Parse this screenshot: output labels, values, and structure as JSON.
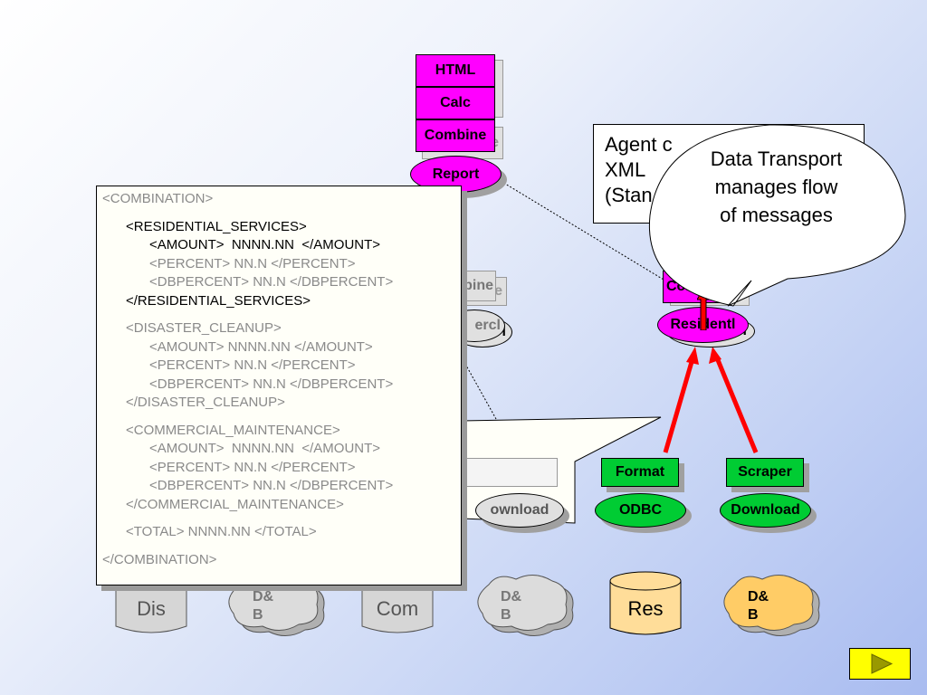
{
  "top_stack": {
    "html": "HTML",
    "calc": "Calc",
    "combine": "Combine",
    "combine_ghost": "e",
    "report": "Report"
  },
  "note": {
    "line1": "Agent c",
    "line2": "XML",
    "line3": "(Stan"
  },
  "callout": {
    "line1": "Data Transport",
    "line2": "manages flow",
    "line3": "of messages"
  },
  "xml_lines": {
    "l1": "<COMBINATION>",
    "l2": "<RESIDENTIAL_SERVICES>",
    "l3": "<AMOUNT>  NNNN.NN  </AMOUNT>",
    "l4": "<PERCENT> NN.N </PERCENT>",
    "l5": "<DBPERCENT> NN.N </DBPERCENT>",
    "l6": "</RESIDENTIAL_SERVICES>",
    "l7": "<DISASTER_CLEANUP>",
    "l8": "<AMOUNT> NNNN.NN </AMOUNT>",
    "l9": "<PERCENT> NN.N </PERCENT>",
    "l10": "<DBPERCENT> NN.N </DBPERCENT>",
    "l11": "</DISASTER_CLEANUP>",
    "l12": "<COMMERCIAL_MAINTENANCE>",
    "l13": "<AMOUNT>  NNNN.NN  </AMOUNT>",
    "l14": "<PERCENT> NN.N </PERCENT>",
    "l15": "<DBPERCENT> NN.N </DBPERCENT>",
    "l16": "</COMMERCIAL_MAINTENANCE>",
    "l17": "<TOTAL> NNNN.NN </TOTAL>",
    "l18": "</COMBINATION>"
  },
  "mid_left": {
    "combine_partial": "bine",
    "combine_ghost": "e",
    "percent_partial": "ercl",
    "percent_ghost": "l"
  },
  "mid_right": {
    "combine_partial": "Combin",
    "combine_ghost": "e",
    "residential_partial": "Residentl",
    "residential_ghost": "l"
  },
  "bottom": {
    "format": "Format",
    "odbc": "ODBC",
    "scraper": "Scraper",
    "download_right": "Download",
    "download_left": "ownload"
  },
  "sources": {
    "dis": "Dis",
    "com": "Com",
    "res": "Res",
    "db1": "D&\nB",
    "db2": "D&\nB",
    "db3": "D&\nB"
  },
  "colors": {
    "magenta": "#ff00ff",
    "green": "#00cc33",
    "red": "#ff0000",
    "res_fill": "#ffdd99",
    "cloud_fill": "#ffcc66"
  },
  "icons": {
    "next": "play-triangle-icon"
  }
}
